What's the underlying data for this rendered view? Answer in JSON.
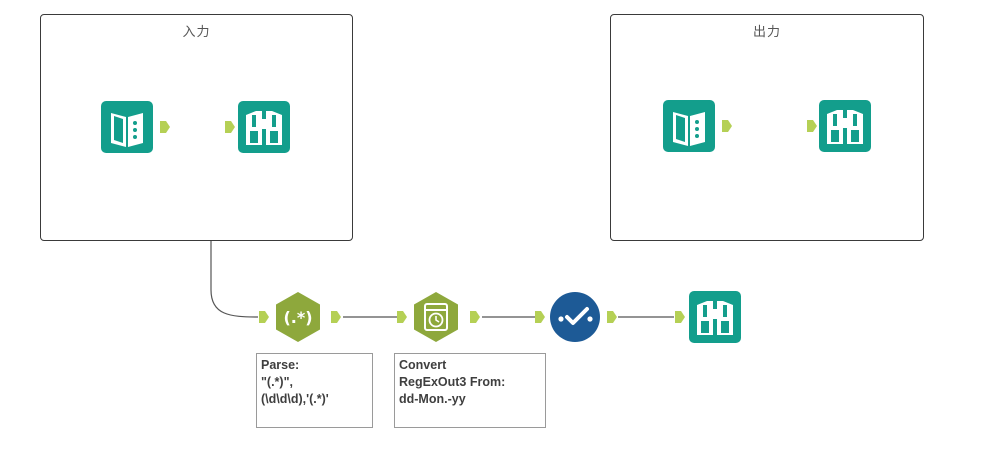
{
  "containers": {
    "input_title": "入力",
    "output_title": "出力"
  },
  "annotations": {
    "parse": "Parse:\n\"(.*)\",\n(\\d\\d\\d),'(.*)'",
    "convert": "Convert\nRegExOut3 From:\ndd-Mon.-yy"
  },
  "colors": {
    "teal": "#139e8c",
    "regex_green": "#8ea83c",
    "datetime_green": "#8ea83c",
    "select_blue": "#1d5a96",
    "anchor_green": "#b5d055",
    "container_border": "#3a3a3a",
    "connector": "#555555"
  },
  "icons": {
    "input": "book-icon",
    "browse": "binoculars-icon",
    "regex": "regex-icon",
    "datetime": "calendar-clock-icon",
    "select": "checkmark-icon"
  }
}
